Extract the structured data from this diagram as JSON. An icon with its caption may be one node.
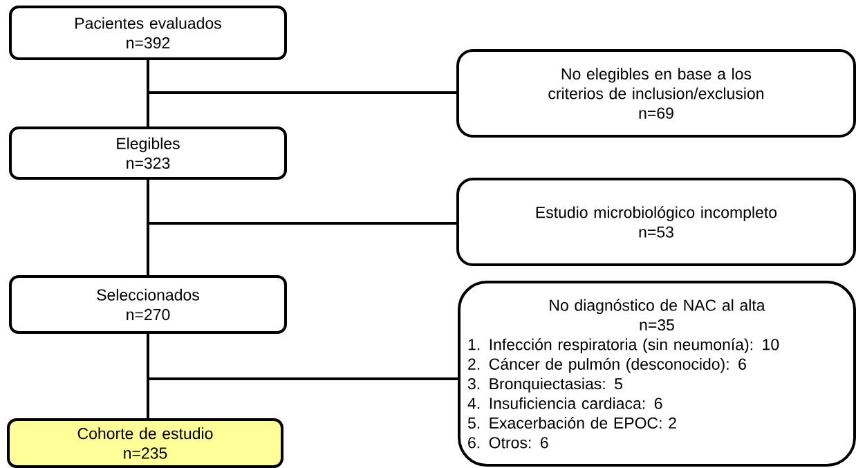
{
  "diagram": {
    "nodes": [
      {
        "text": [
          "Pacientes evaluados",
          "n=392"
        ]
      },
      {
        "text": [
          "No elegibles en base a los criterios de inclusion/exclusion",
          "n=69"
        ]
      },
      {
        "text": [
          "Elegibles",
          "n=323"
        ]
      },
      {
        "text": [
          "Estudio microbiológico incompleto",
          "n=53"
        ]
      },
      {
        "text": [
          "Seleccionados",
          "n=270"
        ]
      },
      {
        "text": [
          "No diagnóstico de NAC al alta",
          "n=35",
          "1. Infección respiratoria (sin neumonía): 10",
          "2. Cáncer de pulmón (desconocido): 6",
          "3. Bronquiectasias: 5",
          "4. Insuficiencia cardiaca: 6",
          "5. Exacerbación de EPOC: 2",
          "6. Otros: 6"
        ]
      },
      {
        "text": [
          "Cohorte de estudio",
          "n=235"
        ]
      }
    ],
    "edges": [
      {
        "from": 0,
        "to": 2,
        "arrow": "none"
      },
      {
        "from": 0,
        "to": 1,
        "arrow": "none"
      },
      {
        "from": 2,
        "to": 4,
        "arrow": "none"
      },
      {
        "from": 2,
        "to": 3,
        "arrow": "none"
      },
      {
        "from": 4,
        "to": 6,
        "arrow": "none"
      },
      {
        "from": 4,
        "to": 5,
        "arrow": "none"
      }
    ]
  }
}
